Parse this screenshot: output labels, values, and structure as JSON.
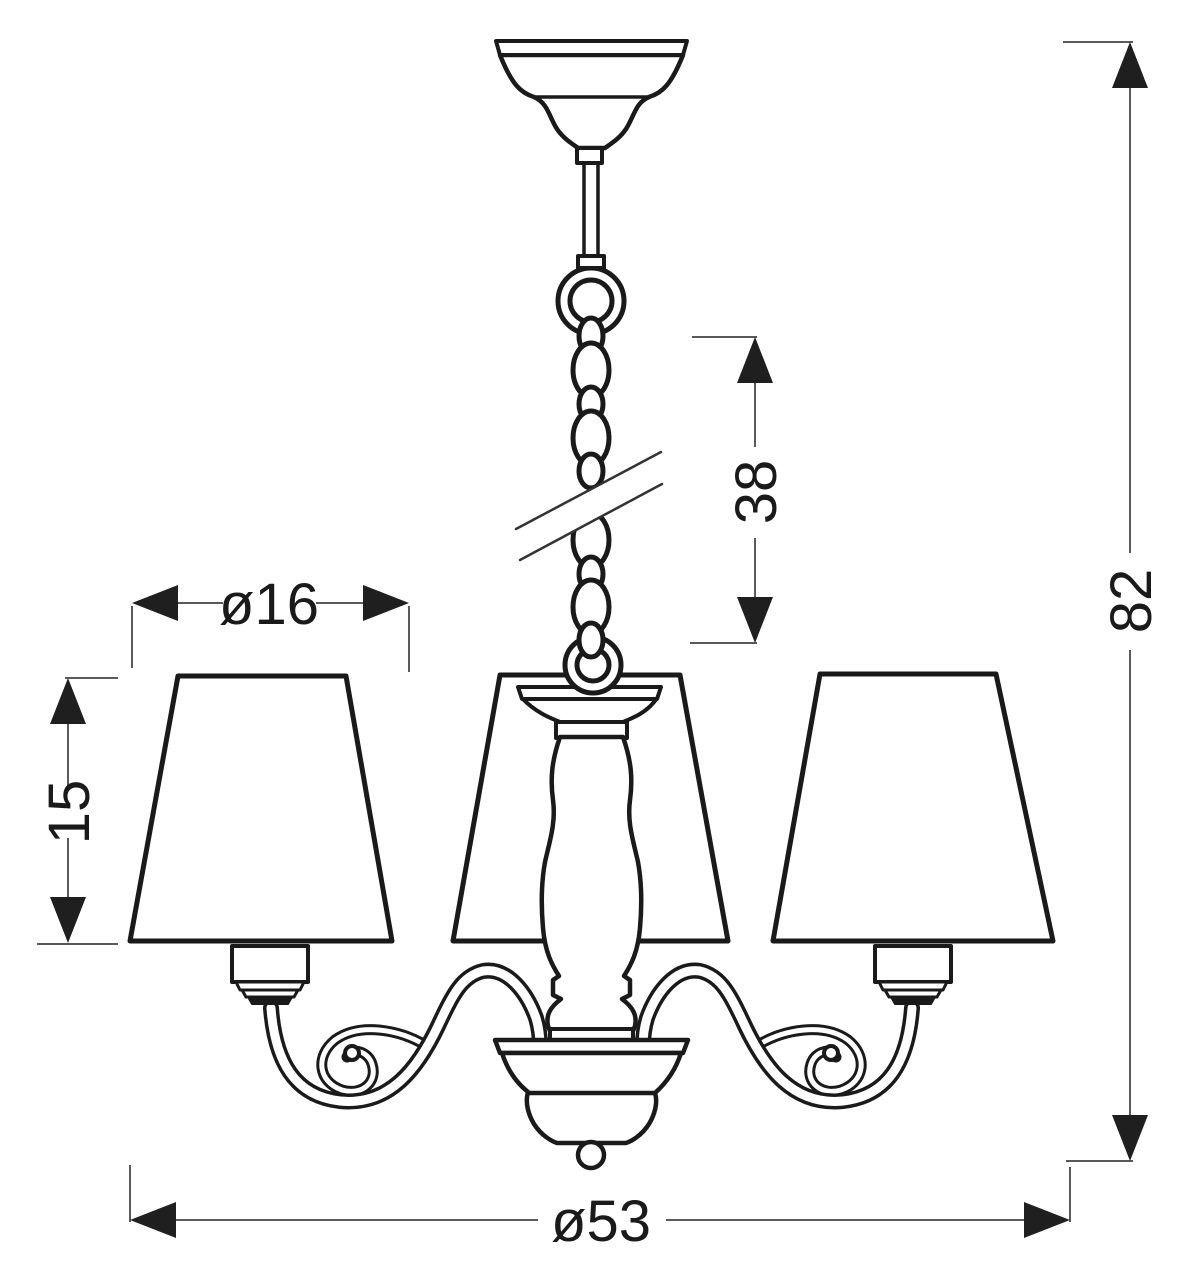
{
  "diagram": {
    "background_color": "#ffffff",
    "outline_color": "#1a1a1a",
    "dimension_line_color": "#5a5a5a",
    "dimension_arrow_color": "#1f1f1f",
    "dimension_text_color": "#1a1a1a",
    "dimensions": {
      "shade_diameter": "ø16",
      "shade_height": "15",
      "chain_length": "38",
      "total_height": "82",
      "total_diameter": "ø53"
    }
  }
}
